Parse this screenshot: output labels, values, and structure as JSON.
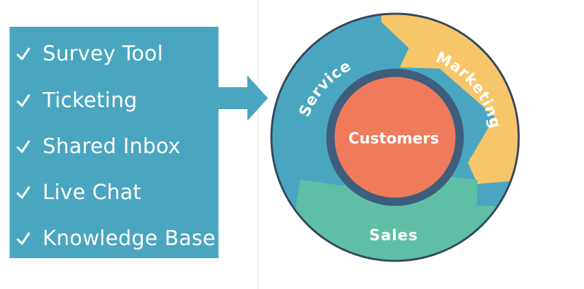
{
  "checklist": {
    "items": [
      {
        "label": "Survey Tool"
      },
      {
        "label": "Ticketing"
      },
      {
        "label": "Shared Inbox"
      },
      {
        "label": "Live Chat"
      },
      {
        "label": "Knowledge Base"
      }
    ],
    "check_icon": "check-mark-icon"
  },
  "flywheel": {
    "center_label": "Customers",
    "segments": {
      "service": "Service",
      "marketing": "Marketing",
      "sales": "Sales"
    }
  },
  "colors": {
    "panel": "#4aa6c0",
    "service": "#4aa6c0",
    "marketing": "#f7c56a",
    "sales": "#5fbfa6",
    "inner_ring": "#3f5d7d",
    "center": "#ef7a5c",
    "outline": "#33475b"
  }
}
